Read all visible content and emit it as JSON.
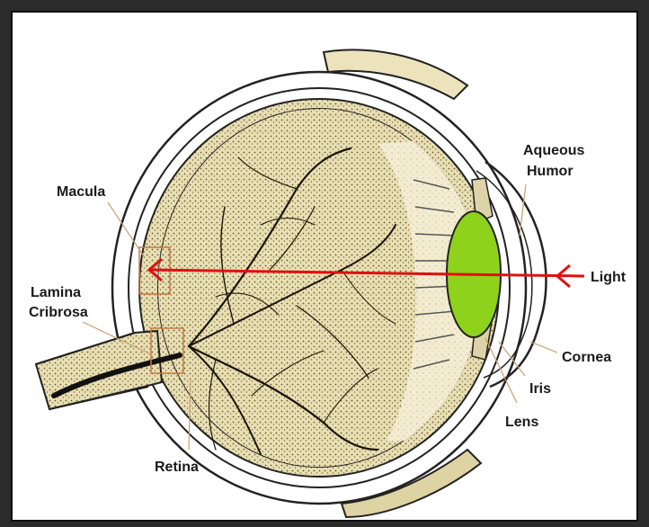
{
  "labels": {
    "aqueous_humor": [
      "Aqueous",
      "Humor"
    ],
    "macula": "Macula",
    "lamina_cribrosa": [
      "Lamina",
      "Cribrosa"
    ],
    "light": "Light",
    "cornea": "Cornea",
    "iris": "Iris",
    "lens": "Lens",
    "retina": "Retina"
  },
  "colors": {
    "light_arrow": "#e01010",
    "lens_fill": "#8fd21c",
    "tissue": "#e6dcae",
    "vessel": "#1a1408",
    "leader": "#c8a070"
  }
}
